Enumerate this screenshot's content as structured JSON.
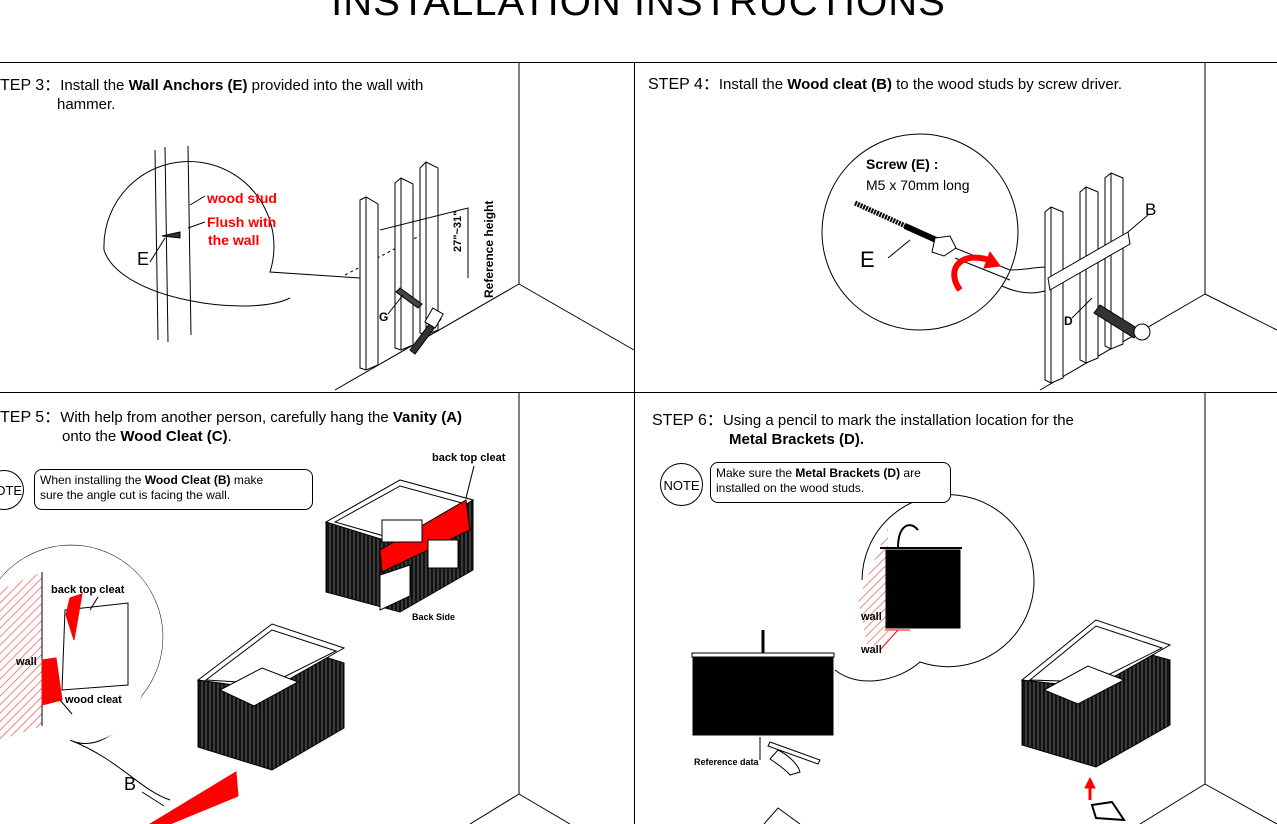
{
  "title": "INSTALLATION INSTRUCTIONS",
  "steps": {
    "s3": {
      "label": "TEP 3：",
      "line1_pre": "Install the ",
      "line1_bold": "Wall Anchors (E)",
      "line1_post": " provided into the wall with",
      "line2": "hammer.",
      "labels": {
        "wood_stud": "wood stud",
        "flush1": "Flush with",
        "flush2": "the wall",
        "e": "E",
        "g": "G",
        "ref1": "27\"~31\"",
        "ref2": "Reference height"
      }
    },
    "s4": {
      "label": "STEP 4：",
      "pre": "Install the ",
      "bold": "Wood cleat (B)",
      "post": " to the wood studs by screw driver.",
      "labels": {
        "screw1": "Screw (E) :",
        "screw2": "M5 x 70mm  long",
        "e": "E",
        "b": "B",
        "d": "D"
      }
    },
    "s5": {
      "label": "TEP 5：",
      "line1_pre": "With help from another person, carefully hang the ",
      "line1_bold": "Vanity (A)",
      "line2_pre": "onto the ",
      "line2_bold": "Wood Cleat (C)",
      "line2_post": ".",
      "note_label": "NOTE",
      "note_pre": "When installing the ",
      "note_bold": "Wood Cleat (B)",
      "note_post1": " make",
      "note_line2": "sure the angle cut is facing the wall.",
      "labels": {
        "back_top_cleat": "back top cleat",
        "back_side": "Back Side",
        "back_top_cleat2": "back top cleat",
        "wall": "wall",
        "wood_cleat": "wood cleat",
        "b": "B"
      }
    },
    "s6": {
      "label": "STEP 6：",
      "line1": "Using a pencil to mark the installation location for the",
      "line2_bold": "Metal Brackets (D).",
      "note_label": "NOTE",
      "note_pre": "Make sure the ",
      "note_bold": "Metal Brackets (D)",
      "note_post": " are",
      "note_line2": "installed on the wood studs.",
      "labels": {
        "wall1": "wall",
        "wall2": "wall",
        "ref": "Reference data"
      }
    }
  },
  "colors": {
    "accent": "#ff0000",
    "ink": "#000000"
  }
}
